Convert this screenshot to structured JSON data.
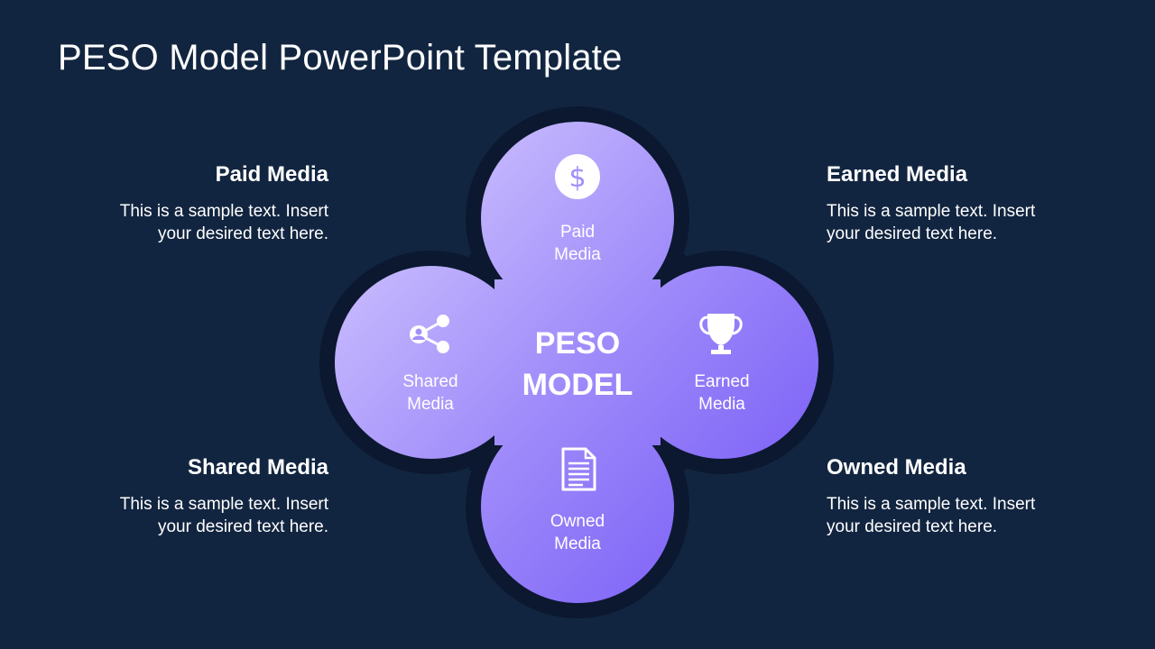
{
  "title": "PESO Model PowerPoint Template",
  "colors": {
    "background": "#122540",
    "ring": "#0b1830",
    "petal_light": "#cbc0ff",
    "petal_dark": "#7a5cf8",
    "text": "#ffffff"
  },
  "center": {
    "line1": "PESO",
    "line2": "MODEL"
  },
  "petals": {
    "paid": {
      "line1": "Paid",
      "line2": "Media",
      "icon": "dollar-icon"
    },
    "earned": {
      "line1": "Earned",
      "line2": "Media",
      "icon": "trophy-icon"
    },
    "shared": {
      "line1": "Shared",
      "line2": "Media",
      "icon": "share-icon"
    },
    "owned": {
      "line1": "Owned",
      "line2": "Media",
      "icon": "document-icon"
    }
  },
  "blocks": {
    "paid": {
      "heading": "Paid Media",
      "line1": "This is a sample text. Insert",
      "line2": "your desired text here."
    },
    "earned": {
      "heading": "Earned Media",
      "line1": "This is a sample text. Insert",
      "line2": "your desired text here."
    },
    "shared": {
      "heading": "Shared Media",
      "line1": "This is a sample text. Insert",
      "line2": "your desired text here."
    },
    "owned": {
      "heading": "Owned Media",
      "line1": "This is a sample text. Insert",
      "line2": "your desired text here."
    }
  }
}
